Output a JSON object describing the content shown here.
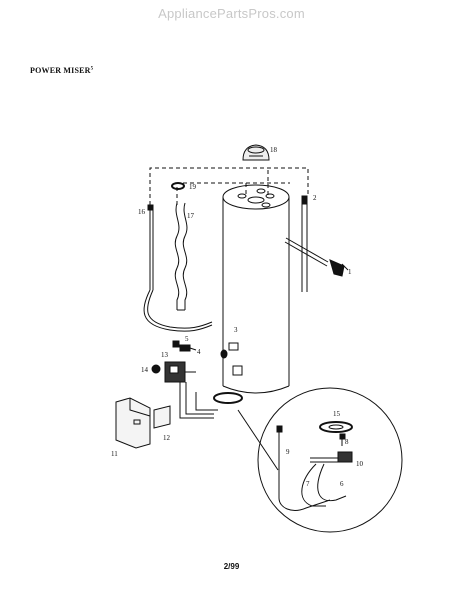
{
  "watermark": "AppliancePartsPros.com",
  "title": "POWER MISER",
  "title_sup": "5",
  "footer": "2/99",
  "callouts": [
    "1",
    "2",
    "3",
    "4",
    "5",
    "6",
    "7",
    "8",
    "9",
    "10",
    "11",
    "12",
    "13",
    "14",
    "15",
    "16",
    "17",
    "18",
    "19"
  ]
}
